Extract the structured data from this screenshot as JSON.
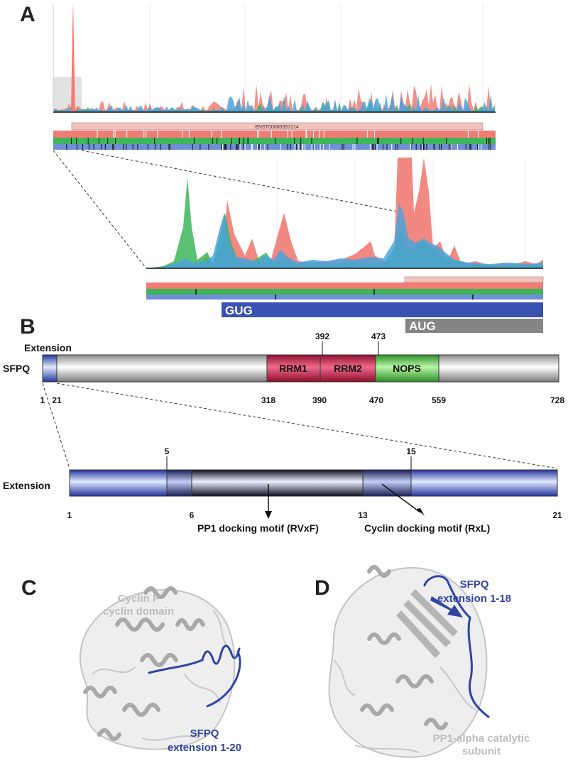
{
  "colors": {
    "red": "#f07c74",
    "green": "#3db65a",
    "blue": "#4aa3dc",
    "transcript_light": "#f6c2bd",
    "gug_bar": "#3951b0",
    "aug_bar": "#858585",
    "rrm": "#d4204f",
    "nops": "#58c84a",
    "mol_text_grey": "#bdbdbd",
    "mol_text_blue": "#2f45a2"
  },
  "panels": {
    "a": "A",
    "b": "B",
    "c": "C",
    "d": "D"
  },
  "panel_a": {
    "transcript_id": "ENST00000357214",
    "gug_label": "GUG",
    "aug_label": "AUG"
  },
  "panel_b": {
    "protein_name": "SFPQ",
    "extension_label": "Extension",
    "domains": [
      {
        "name": "RRM1",
        "start": 318,
        "end": 390,
        "color": "#d4204f"
      },
      {
        "name": "RRM2",
        "start": 390,
        "end": 470,
        "color": "#d4204f"
      },
      {
        "name": "NOPS",
        "start": 470,
        "end": 559,
        "color": "#58c84a"
      }
    ],
    "top_ticks": [
      "392",
      "473"
    ],
    "bottom_ticks": [
      "1",
      "21",
      "318",
      "390",
      "470",
      "559",
      "728"
    ],
    "extension_zoom": {
      "label": "Extension",
      "top_ticks": [
        "5",
        "15"
      ],
      "bottom_ticks": [
        "1",
        "6",
        "13",
        "21"
      ],
      "motif_pp1": "PP1 docking motif (RVxF)",
      "motif_cyclin": "Cyclin docking motif (RxL)"
    }
  },
  "panel_c": {
    "protein_label_line1": "Cyclin F",
    "protein_label_line2": "cyclin domain",
    "peptide_label_line1": "SFPQ",
    "peptide_label_line2": "extension 1-20"
  },
  "panel_d": {
    "peptide_label_line1": "SFPQ",
    "peptide_label_line2": "extension 1-18",
    "protein_label_line1": "PP1-alpha catalytic",
    "protein_label_line2": "subunit"
  }
}
